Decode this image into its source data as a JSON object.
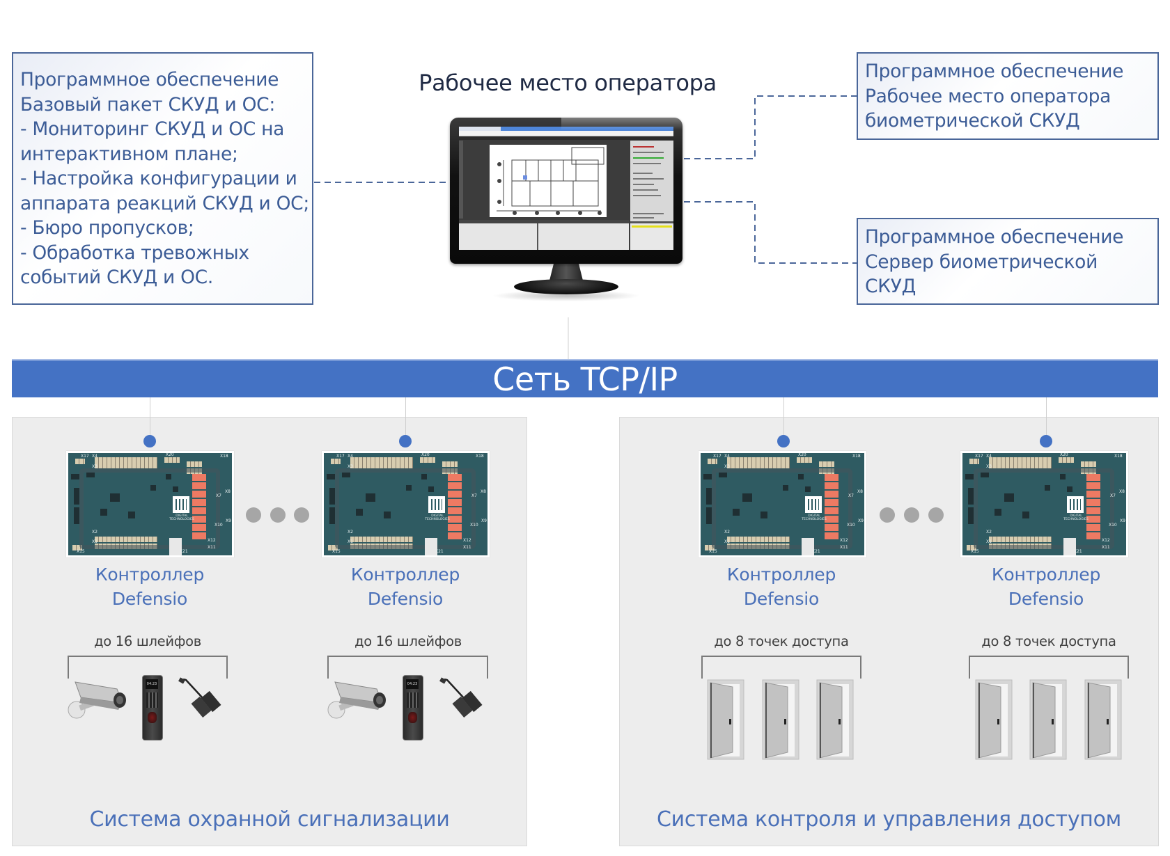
{
  "software_boxes": {
    "base_package": {
      "lines": [
        "Программное обеспечение",
        "Базовый пакет СКУД и ОС:",
        "- Мониторинг СКУД и ОС на",
        "интерактивном плане;",
        "- Настройка конфигурации и",
        "аппарата реакций СКУД и ОС;",
        "- Бюро пропусков;",
        "- Обработка тревожных",
        "событий СКУД и ОС."
      ]
    },
    "biometric_workstation": {
      "lines": [
        "Программное обеспечение",
        "Рабочее место оператора",
        "биометрической СКУД"
      ]
    },
    "biometric_server": {
      "lines": [
        "Программное обеспечение",
        "Сервер биометрической",
        "СКУД"
      ]
    }
  },
  "workstation": {
    "title": "Рабочее место оператора",
    "icon": "monitor-icon"
  },
  "network": {
    "label": "Сеть TCP/IP",
    "color": "#4472c4"
  },
  "panels": [
    {
      "title": "Система охранной сигнализации",
      "controllers": [
        {
          "name_line1": "Контроллер",
          "name_line2": "Defensio",
          "range": "до 16 шлейфов",
          "devices": [
            "camera-icon",
            "keypad-icon",
            "magnetic-contact-icon"
          ]
        },
        {
          "name_line1": "Контроллер",
          "name_line2": "Defensio",
          "range": "до 16 шлейфов",
          "devices": [
            "camera-icon",
            "keypad-icon",
            "magnetic-contact-icon"
          ]
        }
      ]
    },
    {
      "title": "Система контроля и управления доступом",
      "controllers": [
        {
          "name_line1": "Контроллер",
          "name_line2": "Defensio",
          "range": "до 8 точек доступа",
          "devices": [
            "door-icon",
            "door-icon",
            "door-icon"
          ]
        },
        {
          "name_line1": "Контроллер",
          "name_line2": "Defensio",
          "range": "до 8 точек доступа",
          "devices": [
            "door-icon",
            "door-icon",
            "door-icon"
          ]
        }
      ]
    }
  ],
  "board": {
    "brand_text": "DIGITAL TECHNOLOGIES",
    "connector_labels": [
      "X17",
      "X4",
      "X3",
      "X20",
      "X18",
      "X7",
      "X8",
      "X10",
      "X9",
      "X2",
      "X1",
      "X15",
      "X21",
      "X12",
      "X11"
    ],
    "keypad_display": "04:23"
  },
  "colors": {
    "accent": "#4472c4",
    "box_text": "#3c5c96",
    "label_text": "#4a70b8",
    "panel_bg": "#ededed",
    "relay": "#ee7a63",
    "pcb": "#2f5b62"
  }
}
